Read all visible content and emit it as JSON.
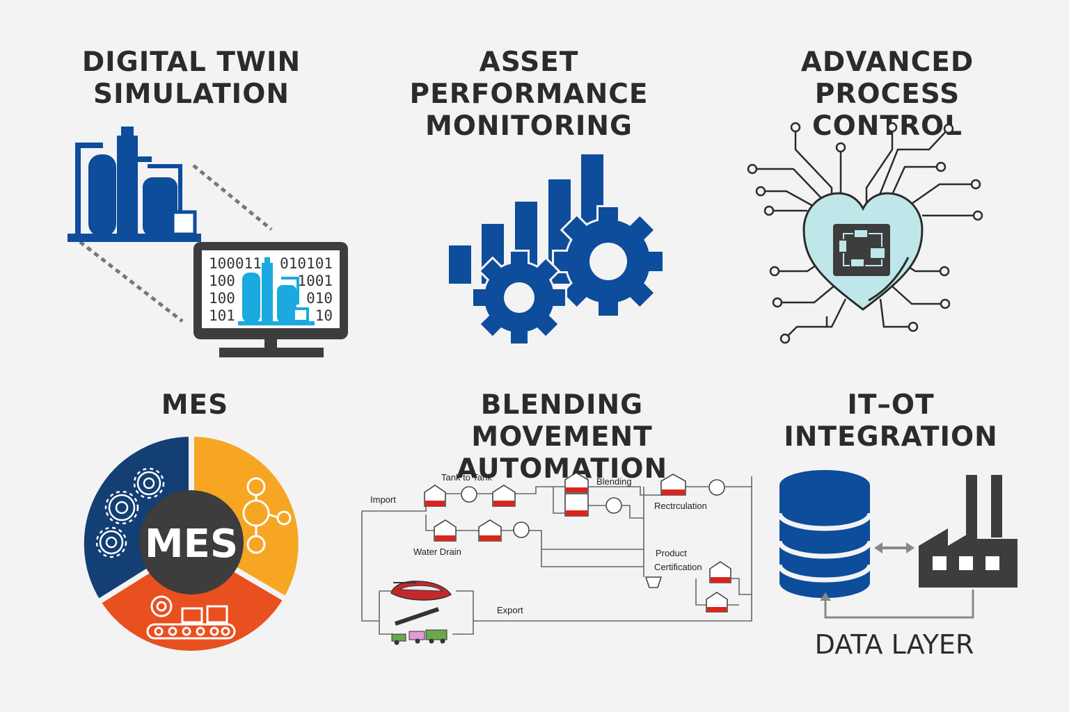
{
  "titles": {
    "digital_twin": [
      "DIGITAL TWIN",
      "SIMULATION"
    ],
    "asset_perf": [
      "ASSET",
      "PERFORMANCE",
      "MONITORING"
    ],
    "apc": [
      "ADVANCED",
      "PROCESS CONTROL"
    ],
    "mes": [
      "MES"
    ],
    "blending": [
      "BLENDING MOVEMENT",
      "AUTOMATION"
    ],
    "itot": [
      "IT–OT",
      "INTEGRATION"
    ]
  },
  "digital_twin": {
    "binary_lines": [
      {
        "left": "100011",
        "right": "010101"
      },
      {
        "left": "100",
        "right": "1001"
      },
      {
        "left": "100",
        "right": "010"
      },
      {
        "left": "101",
        "right": "10"
      }
    ]
  },
  "mes": {
    "center_label": "MES"
  },
  "blending": {
    "labels": {
      "tank_to_tank": "Tank to Tank",
      "blending": "Blending",
      "import": "Import",
      "recirculation": "Rectrculation",
      "water_drain": "Water Drain",
      "product": "Product",
      "certification": "Certification",
      "export": "Export"
    }
  },
  "itot": {
    "data_layer": "DATA LAYER"
  },
  "colors": {
    "blue_dark": "#0e4c9c",
    "blue_light": "#1ba9e0",
    "orange": "#f6a623",
    "red_orange": "#e8501f",
    "navy": "#133f74",
    "teal_light": "#bfe7ea",
    "charcoal": "#3d3d3d"
  }
}
